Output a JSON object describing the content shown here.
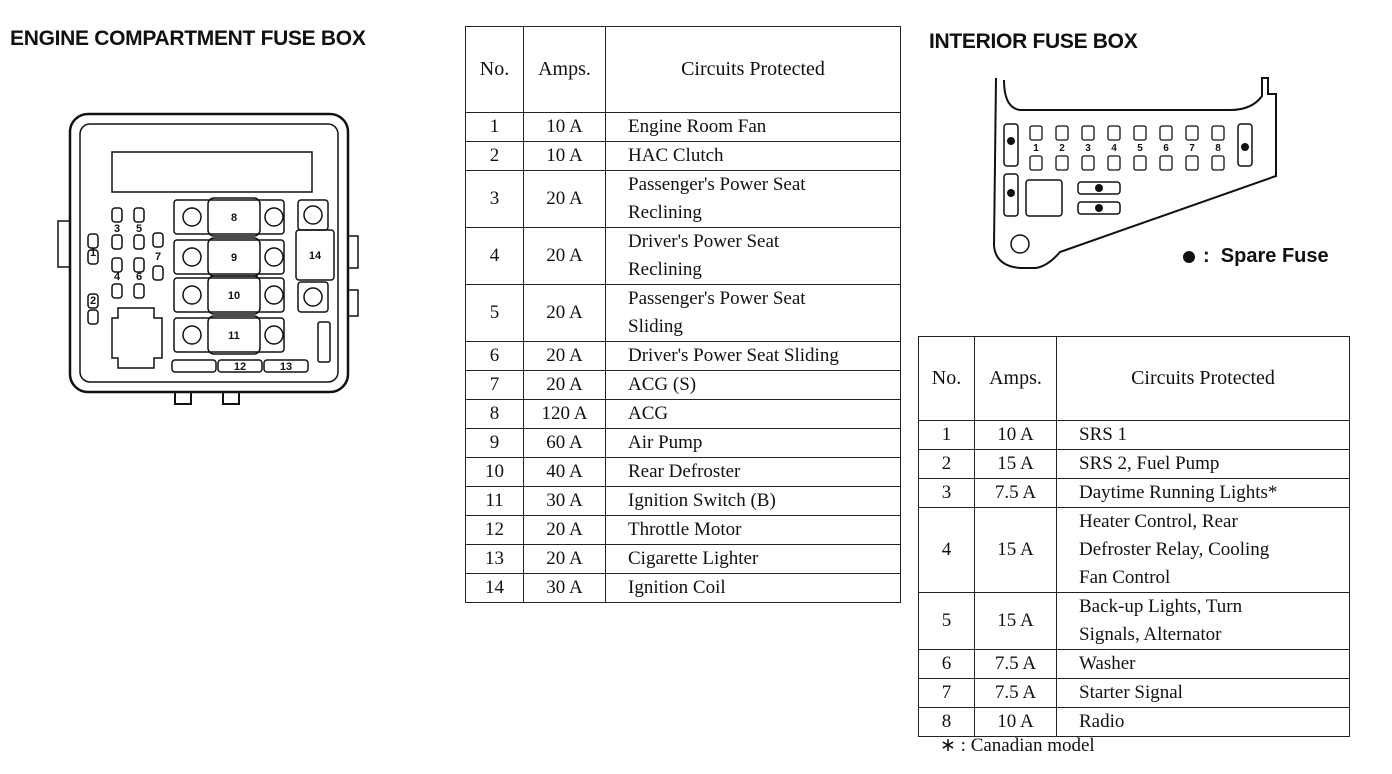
{
  "engine_box": {
    "title": "ENGINE COMPARTMENT FUSE BOX",
    "fuse_labels": [
      "1",
      "2",
      "3",
      "4",
      "5",
      "6",
      "7",
      "8",
      "9",
      "10",
      "11",
      "12",
      "13",
      "14"
    ]
  },
  "interior_box": {
    "title": "INTERIOR FUSE BOX",
    "fuse_labels": [
      "1",
      "2",
      "3",
      "4",
      "5",
      "6",
      "7",
      "8"
    ],
    "legend_symbol": ":",
    "legend_text": "Spare Fuse"
  },
  "engine_table": {
    "headers": {
      "no": "No.",
      "amps": "Amps.",
      "circuits": "Circuits Protected"
    },
    "rows": [
      {
        "no": "1",
        "amps": "10 A",
        "circuits": "Engine Room Fan"
      },
      {
        "no": "2",
        "amps": "10 A",
        "circuits": "HAC Clutch"
      },
      {
        "no": "3",
        "amps": "20 A",
        "circuits": "Passenger's Power Seat\nReclining"
      },
      {
        "no": "4",
        "amps": "20 A",
        "circuits": "Driver's Power Seat\nReclining"
      },
      {
        "no": "5",
        "amps": "20 A",
        "circuits": "Passenger's Power Seat\nSliding"
      },
      {
        "no": "6",
        "amps": "20 A",
        "circuits": "Driver's Power Seat Sliding"
      },
      {
        "no": "7",
        "amps": "20 A",
        "circuits": "ACG (S)"
      },
      {
        "no": "8",
        "amps": "120 A",
        "circuits": "ACG"
      },
      {
        "no": "9",
        "amps": "60 A",
        "circuits": "Air Pump"
      },
      {
        "no": "10",
        "amps": "40 A",
        "circuits": "Rear Defroster"
      },
      {
        "no": "11",
        "amps": "30 A",
        "circuits": "Ignition Switch (B)"
      },
      {
        "no": "12",
        "amps": "20 A",
        "circuits": "Throttle Motor"
      },
      {
        "no": "13",
        "amps": "20 A",
        "circuits": "Cigarette Lighter"
      },
      {
        "no": "14",
        "amps": "30 A",
        "circuits": "Ignition Coil"
      }
    ]
  },
  "interior_table": {
    "headers": {
      "no": "No.",
      "amps": "Amps.",
      "circuits": "Circuits Protected"
    },
    "rows": [
      {
        "no": "1",
        "amps": "10 A",
        "circuits": "SRS 1"
      },
      {
        "no": "2",
        "amps": "15 A",
        "circuits": "SRS 2, Fuel Pump"
      },
      {
        "no": "3",
        "amps": "7.5 A",
        "circuits": "Daytime Running Lights*"
      },
      {
        "no": "4",
        "amps": "15 A",
        "circuits": "Heater Control, Rear\nDefroster Relay, Cooling\nFan Control"
      },
      {
        "no": "5",
        "amps": "15 A",
        "circuits": "Back-up Lights, Turn\nSignals, Alternator"
      },
      {
        "no": "6",
        "amps": "7.5 A",
        "circuits": "Washer"
      },
      {
        "no": "7",
        "amps": "7.5 A",
        "circuits": "Starter Signal"
      },
      {
        "no": "8",
        "amps": "10 A",
        "circuits": "Radio"
      }
    ],
    "footnote": "∗ : Canadian model"
  }
}
